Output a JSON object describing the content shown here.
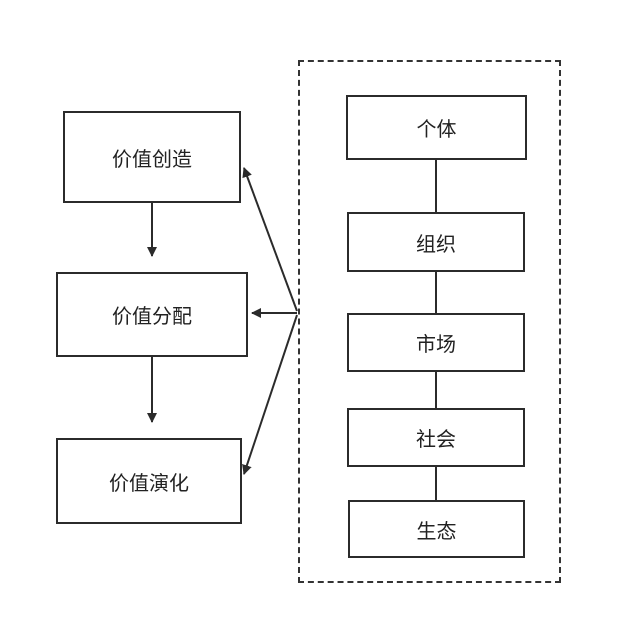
{
  "value_process": {
    "steps": [
      "价值创造",
      "价值分配",
      "价值演化"
    ]
  },
  "levels": {
    "items": [
      "个体",
      "组织",
      "市场",
      "社会",
      "生态"
    ]
  },
  "colors": {
    "stroke": "#2b2b2b",
    "text": "#222222",
    "background": "#ffffff"
  }
}
